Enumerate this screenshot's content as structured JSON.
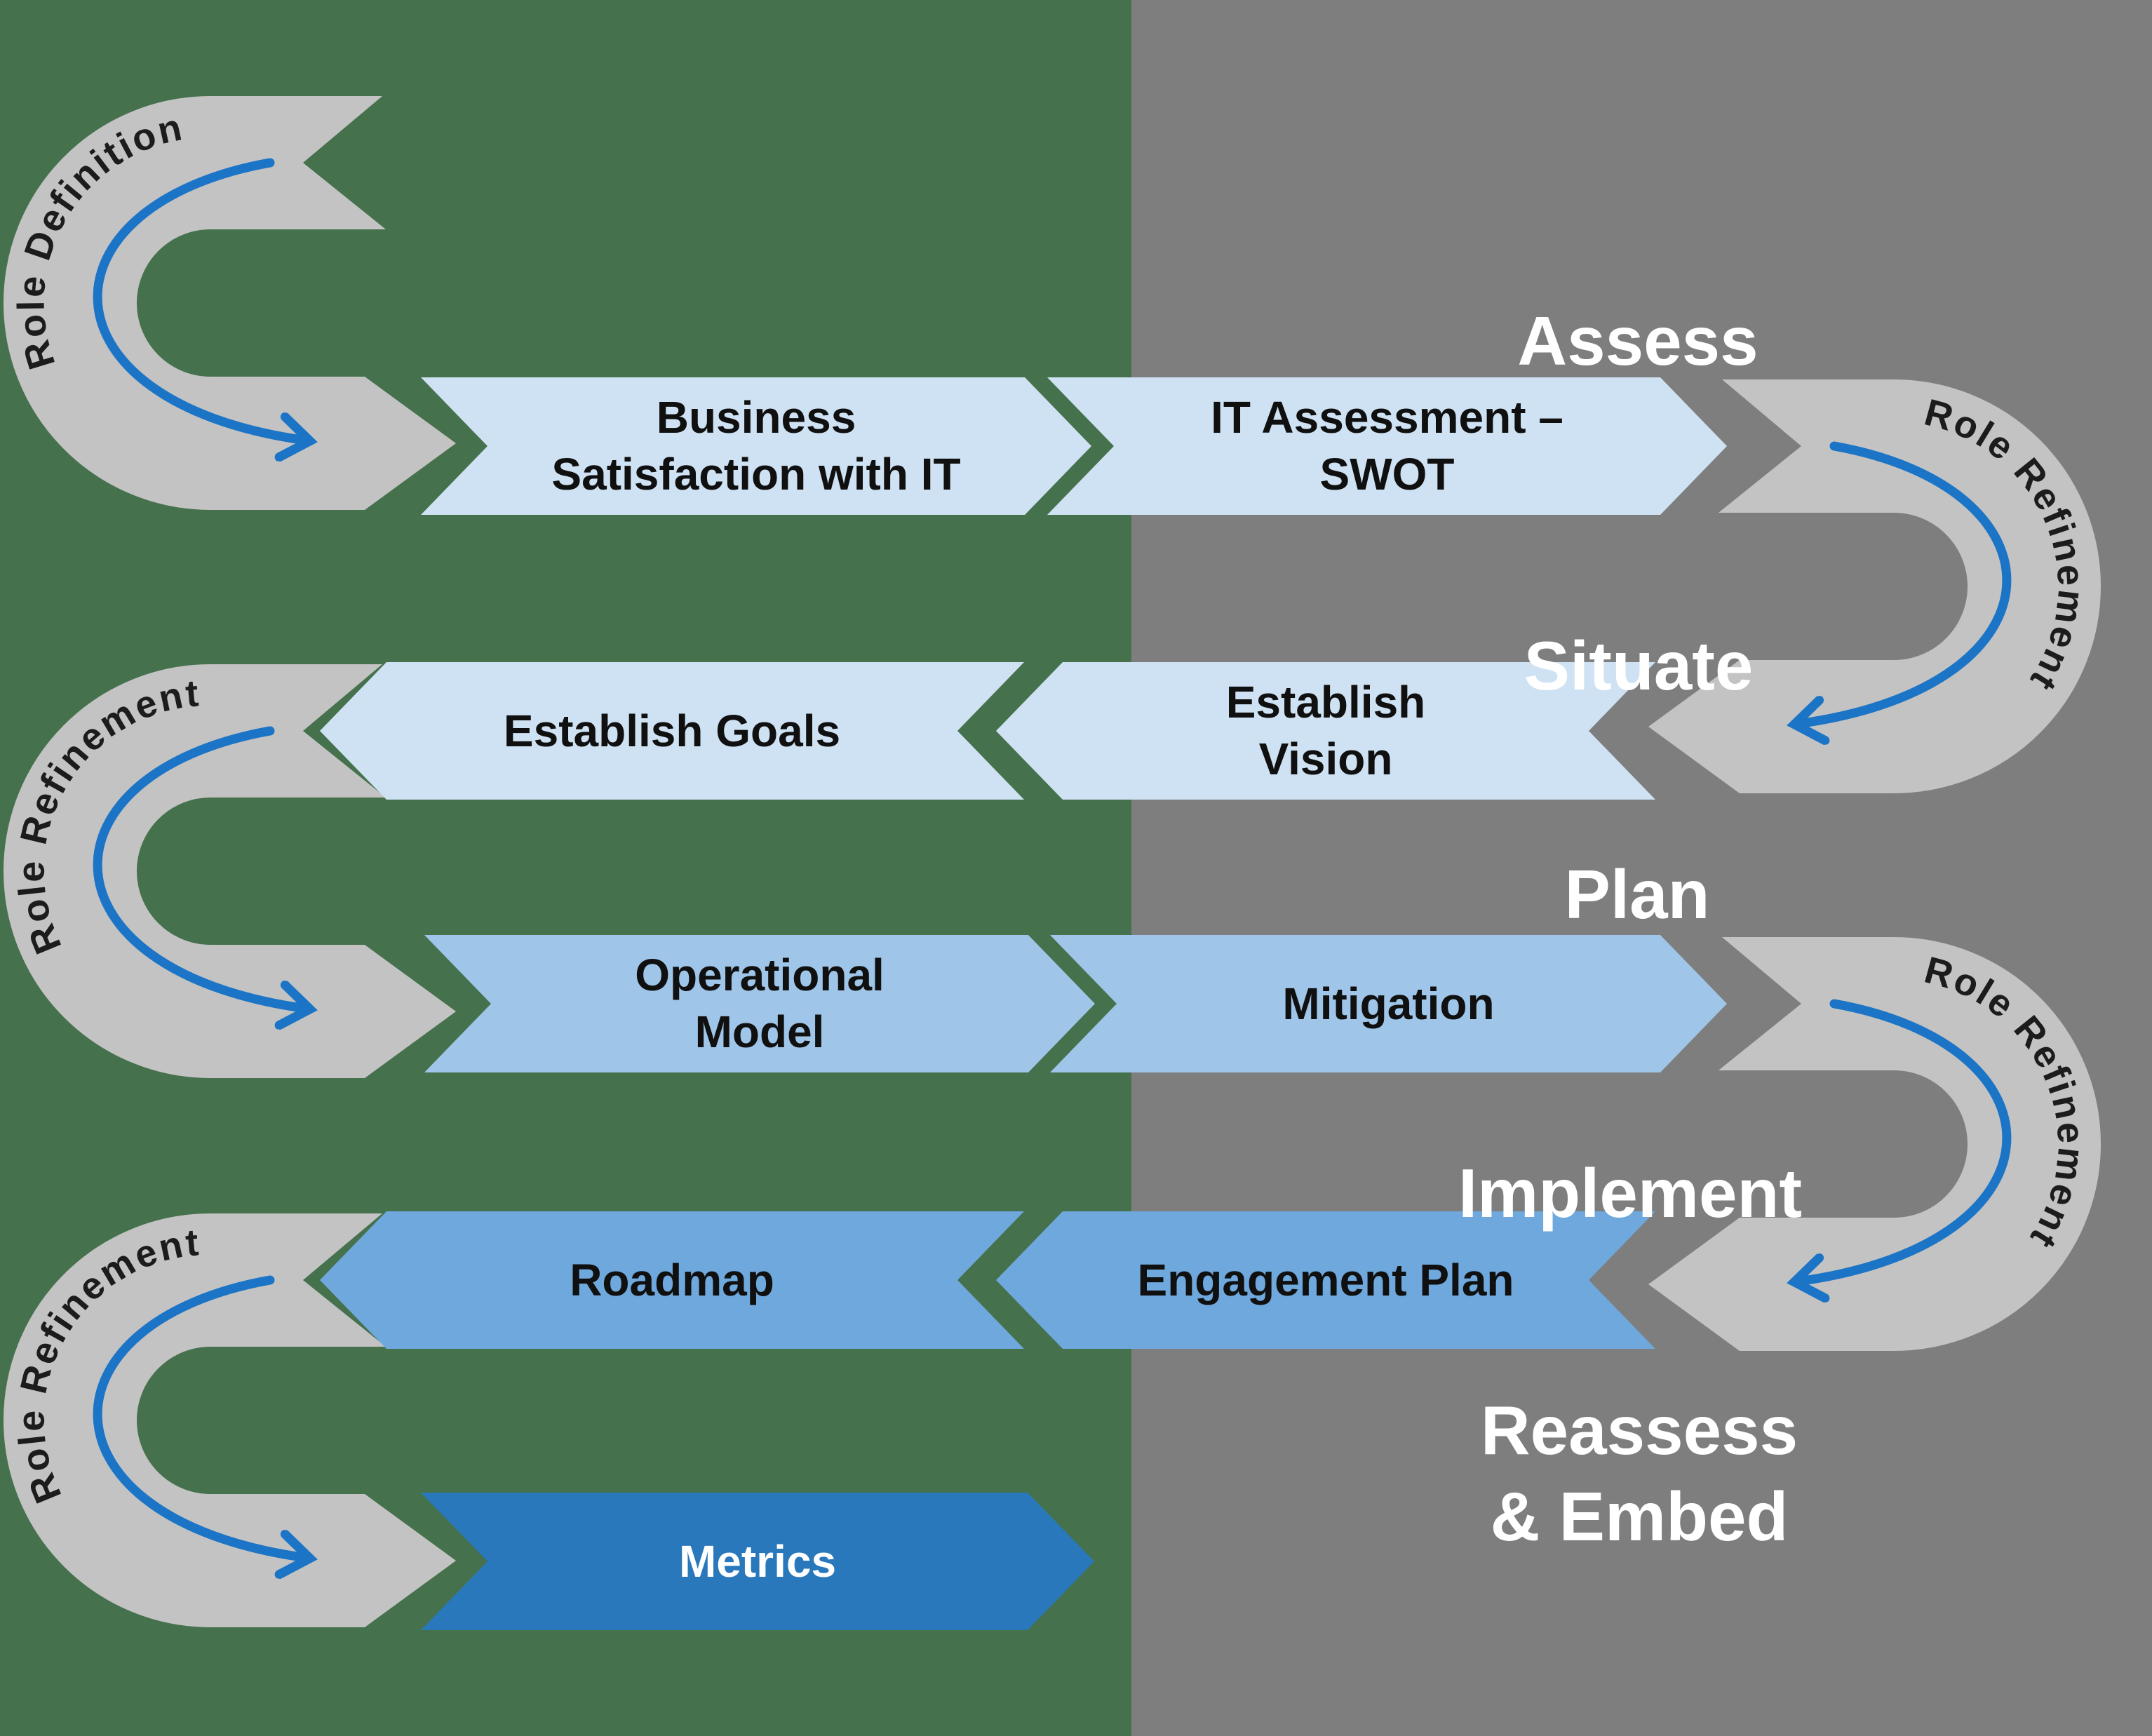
{
  "canvas": {
    "left_bg": "#46714d",
    "right_bg": "#7e7e7e"
  },
  "loop_style": {
    "ring_color": "#c3c3c3",
    "arrow_color": "#1b74c5",
    "label_color": "#1c1c1c"
  },
  "loops": [
    {
      "label": "Role Definition",
      "side": "left"
    },
    {
      "label": "Role Refinement",
      "side": "right"
    },
    {
      "label": "Role Refinement",
      "side": "left"
    },
    {
      "label": "Role Refinement",
      "side": "right"
    },
    {
      "label": "Role Refinement",
      "side": "left"
    }
  ],
  "phases": [
    {
      "label": "Assess"
    },
    {
      "label": "Situate"
    },
    {
      "label": "Plan"
    },
    {
      "label": "Implement"
    },
    {
      "label": "Reassess\n& Embed"
    }
  ],
  "banners": [
    {
      "label": "Business\nSatisfaction with IT",
      "fill": "#cfe2f3",
      "text_color": "#101010",
      "direction": "right"
    },
    {
      "label": "IT Assessment –\nSWOT",
      "fill": "#cfe2f3",
      "text_color": "#101010",
      "direction": "right"
    },
    {
      "label": "Establish Goals",
      "fill": "#cfe2f3",
      "text_color": "#101010",
      "direction": "left"
    },
    {
      "label": "Establish\nVision",
      "fill": "#cfe2f3",
      "text_color": "#101010",
      "direction": "left"
    },
    {
      "label": "Operational\nModel",
      "fill": "#9fc5e8",
      "text_color": "#101010",
      "direction": "right"
    },
    {
      "label": "Mitigation",
      "fill": "#9fc5e8",
      "text_color": "#101010",
      "direction": "right"
    },
    {
      "label": "Roadmap",
      "fill": "#6fa8dc",
      "text_color": "#101010",
      "direction": "left"
    },
    {
      "label": "Engagement Plan",
      "fill": "#6fa8dc",
      "text_color": "#101010",
      "direction": "left"
    },
    {
      "label": "Metrics",
      "fill": "#2878bb",
      "text_color": "#ffffff",
      "direction": "right"
    }
  ]
}
